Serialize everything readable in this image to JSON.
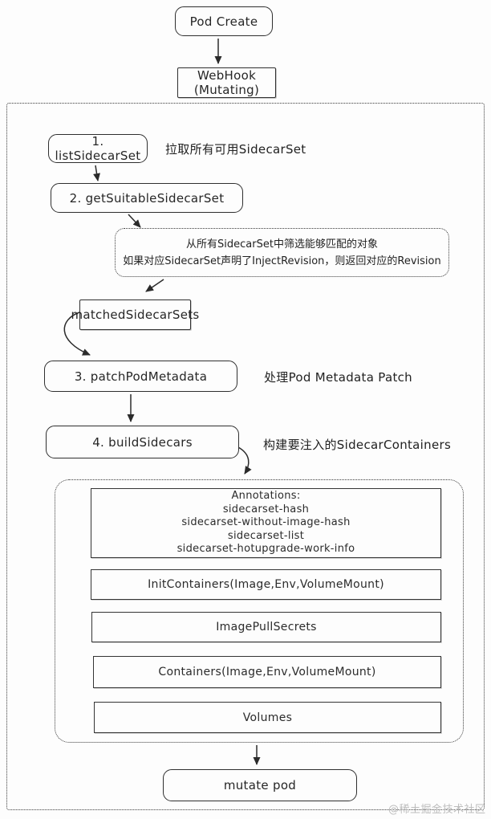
{
  "nodes": {
    "pod_create": "Pod Create",
    "webhook_line1": "WebHook",
    "webhook_line2": "(Mutating)",
    "step1": "1. listSidecarSet",
    "step1_note": "拉取所有可用SidecarSet",
    "step2": "2. getSuitableSidecarSet",
    "filter_note_line1": "从所有SidecarSet中筛选能够匹配的对象",
    "filter_note_line2": "如果对应SidecarSet声明了InjectRevision，则返回对应的Revision",
    "matched": "matchedSidecarSets",
    "step3": "3. patchPodMetadata",
    "step3_note": "处理Pod Metadata Patch",
    "step4": "4. buildSidecars",
    "step4_note": "构建要注入的SidecarContainers",
    "annotations": {
      "title": "Annotations:",
      "items": [
        "sidecarset-hash",
        "sidecarset-without-image-hash",
        "sidecarset-list",
        "sidecarset-hotupgrade-work-info"
      ]
    },
    "init_containers": "InitContainers(Image,Env,VolumeMount)",
    "image_pull_secrets": "ImagePullSecrets",
    "containers": "Containers(Image,Env,VolumeMount)",
    "volumes": "Volumes",
    "mutate_pod": "mutate pod"
  },
  "watermark": "@稀土掘金技术社区",
  "colors": {
    "stroke": "#2f2f2f",
    "background": "#fdfdfd",
    "watermark": "#bdbdbd"
  }
}
